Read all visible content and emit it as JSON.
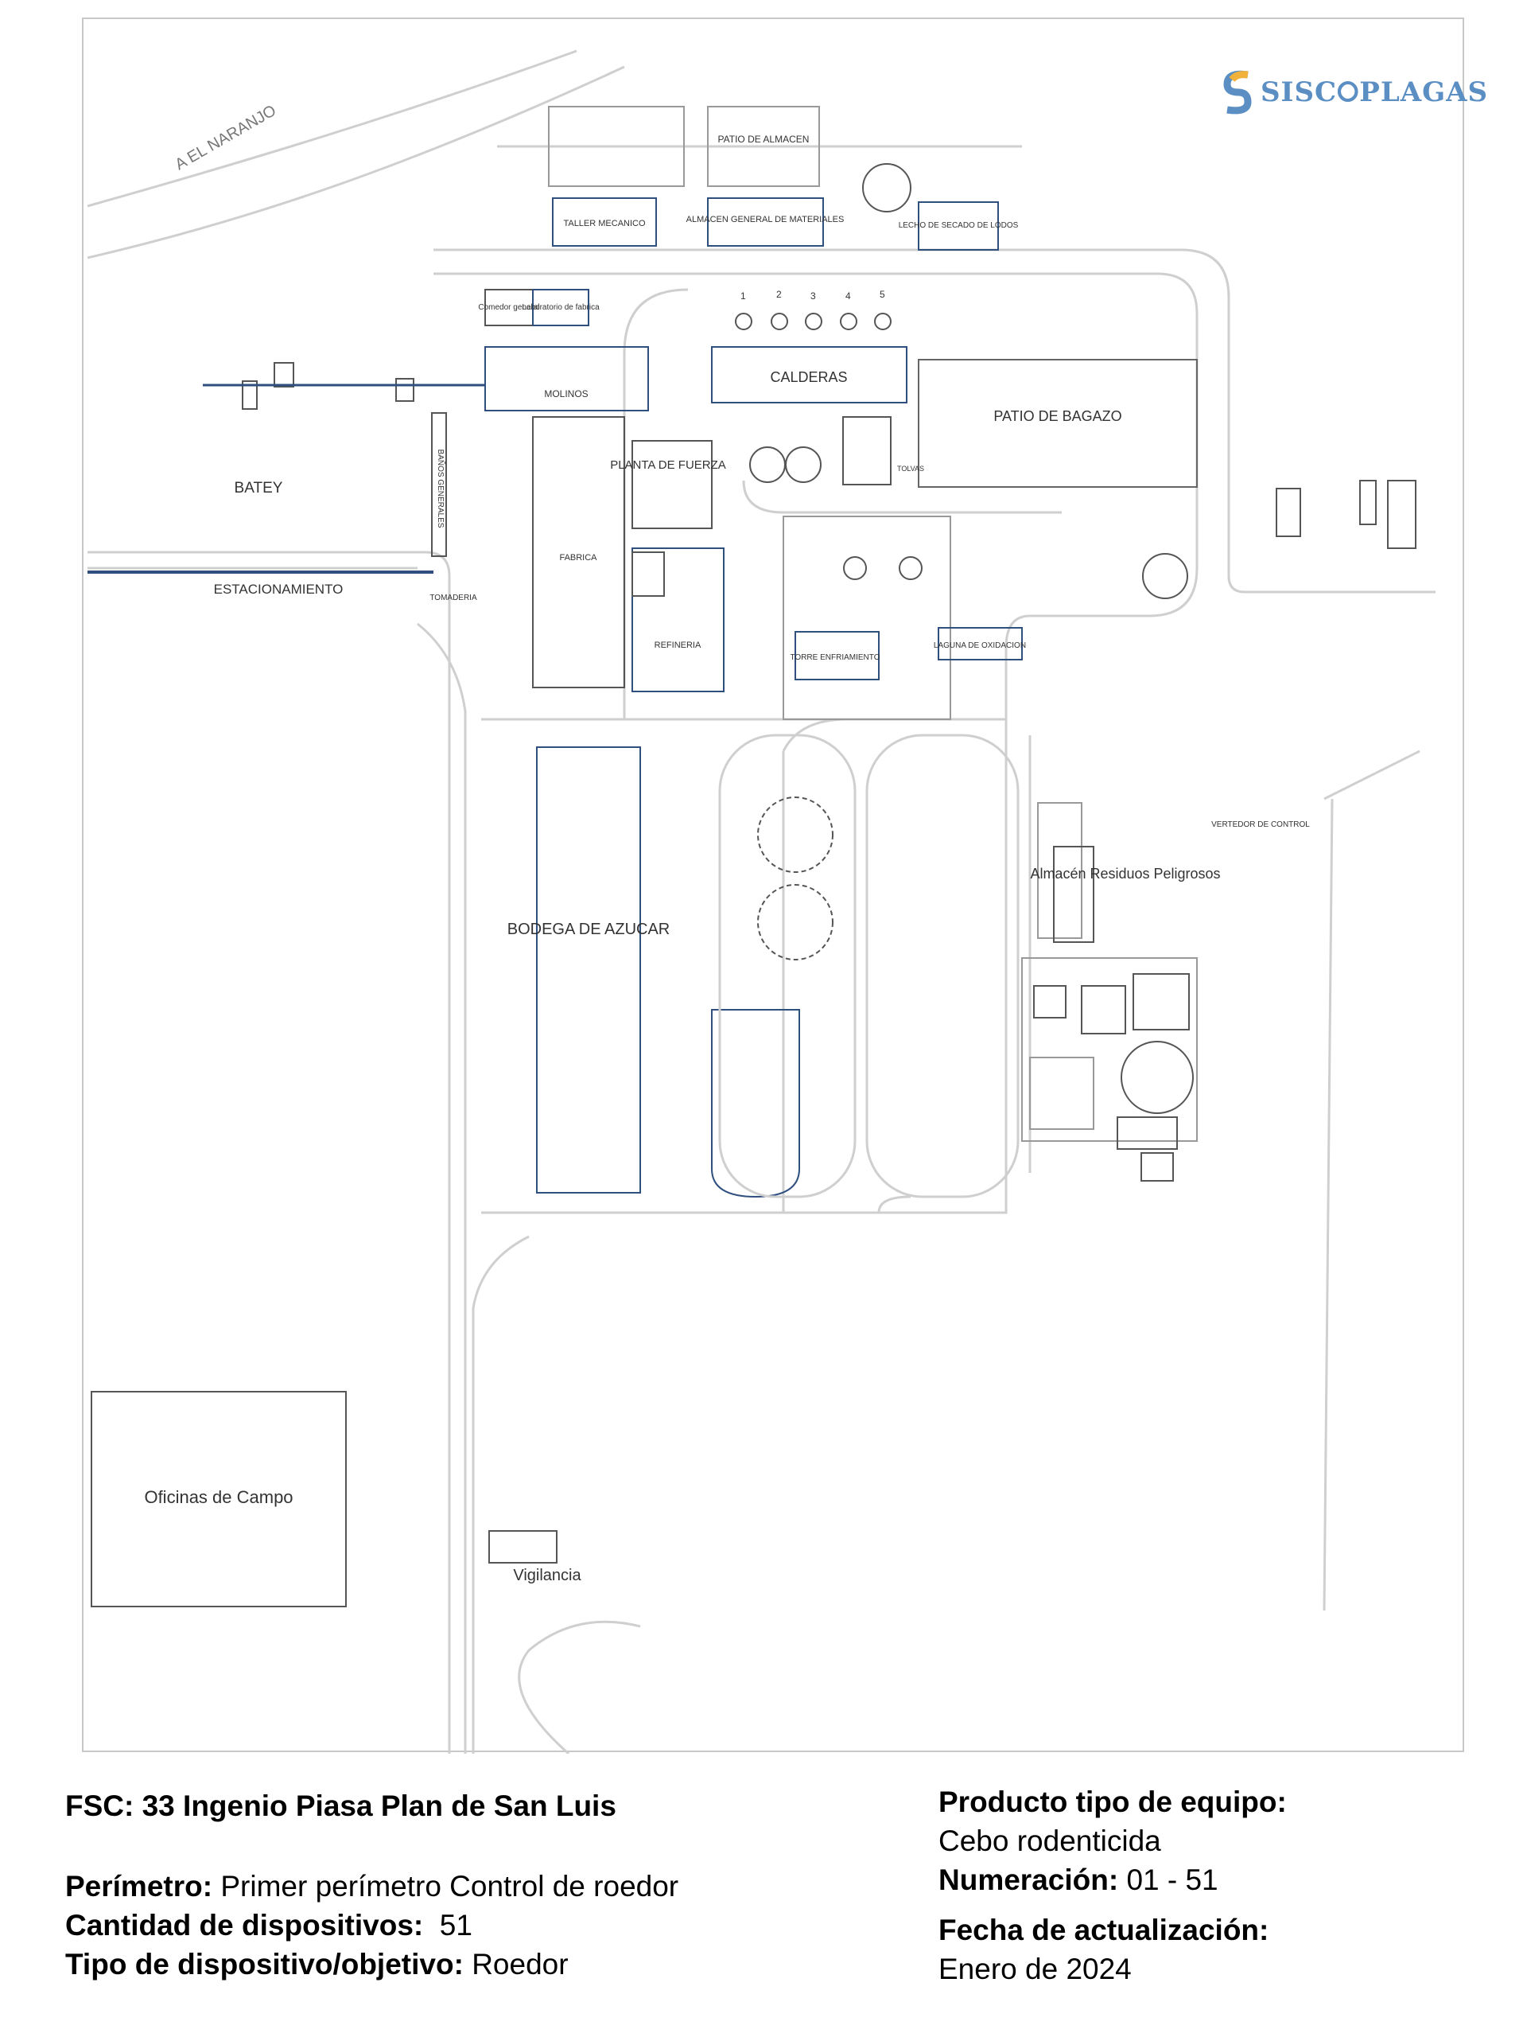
{
  "logo": {
    "text": "SISC⭘PLAGAS",
    "brand_color": "#5b8fc4",
    "accent_color": "#f0b23a"
  },
  "map": {
    "road_label": "A EL NARANJO",
    "labels": {
      "patio_almacen": "PATIO DE ALMACEN",
      "taller": "TALLER MECANICO",
      "almacen_general": "ALMACEN GENERAL DE MATERIALES",
      "lecho": "LECHO DE SECADO DE LODOS",
      "comedor": "Comedor general",
      "laboratorio": "Laboratorio de fabrica",
      "molinos": "MOLINOS",
      "calderas": "CALDERAS",
      "patio_bagazo": "PATIO DE BAGAZO",
      "planta_fuerza": "PLANTA DE FUERZA",
      "batey": "BATEY",
      "banos": "BAÑOS GENERALES",
      "estacionamiento": "ESTACIONAMIENTO",
      "tomaderia": "TOMADERIA",
      "fabrica": "FABRICA",
      "refineria": "REFINERIA",
      "torre": "TORRE ENFRIAMIENTO",
      "laguna": "LAGUNA DE OXIDACION",
      "bodega": "BODEGA DE AZUCAR",
      "almacen_residuos": "Almacén Residuos Peligrosos",
      "vertedor": "VERTEDOR DE CONTROL",
      "oficinas": "Oficinas de Campo",
      "vigilancia": "Vigilancia",
      "tolvas": "TOLVAS",
      "boiler_numbers": [
        "1",
        "2",
        "3",
        "4",
        "5"
      ]
    }
  },
  "info": {
    "fsc": "FSC: 33 Ingenio Piasa Plan de San Luis",
    "perimetro_label": "Perímetro:",
    "perimetro_value": "Primer perímetro Control de roedor",
    "cantidad_label": "Cantidad de dispositivos:",
    "cantidad_value": "51",
    "tipo_label": "Tipo de dispositivo/objetivo:",
    "tipo_value": "Roedor",
    "producto_label": "Producto tipo de equipo:",
    "producto_value": "Cebo rodenticida",
    "numeracion_label": "Numeración:",
    "numeracion_value": "01 - 51",
    "fecha_label": "Fecha de actualización:",
    "fecha_value": "Enero de 2024"
  }
}
